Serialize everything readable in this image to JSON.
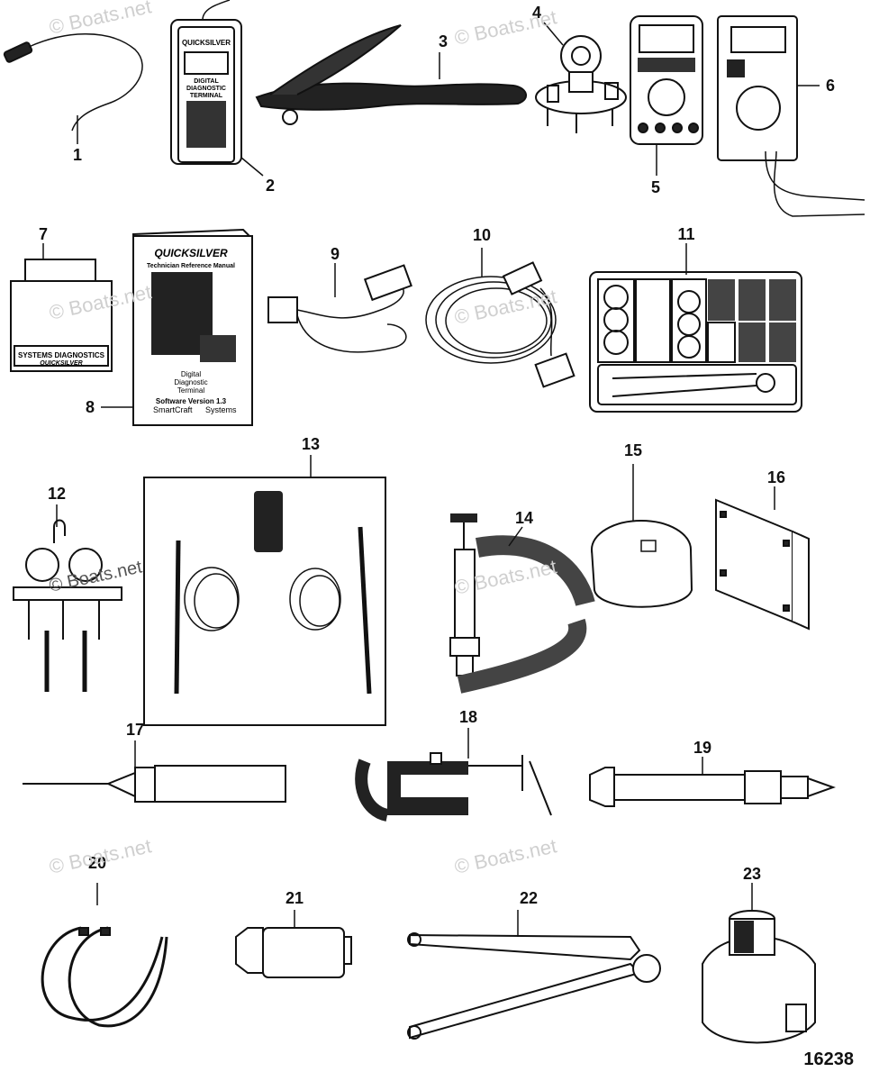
{
  "watermark": "© Boats.net",
  "figure_number": "16238",
  "device_labels": {
    "brand": "QUICKSILVER",
    "ddt_line1": "DIGITAL",
    "ddt_line2": "DIAGNOSTIC",
    "ddt_line3": "TERMINAL",
    "systems_diagnostics": "SYSTEMS DIAGNOSTICS",
    "manual_subtitle": "Technician Reference Manual",
    "manual_line1": "Digital",
    "manual_line2": "Diagnostic",
    "manual_line3": "Terminal",
    "manual_software": "Software Version 1.3",
    "manual_left": "SmartCraft",
    "manual_right": "Systems"
  },
  "callouts": [
    "1",
    "2",
    "3",
    "4",
    "5",
    "6",
    "7",
    "8",
    "9",
    "10",
    "11",
    "12",
    "13",
    "14",
    "15",
    "16",
    "17",
    "18",
    "19",
    "20",
    "21",
    "22",
    "23"
  ]
}
